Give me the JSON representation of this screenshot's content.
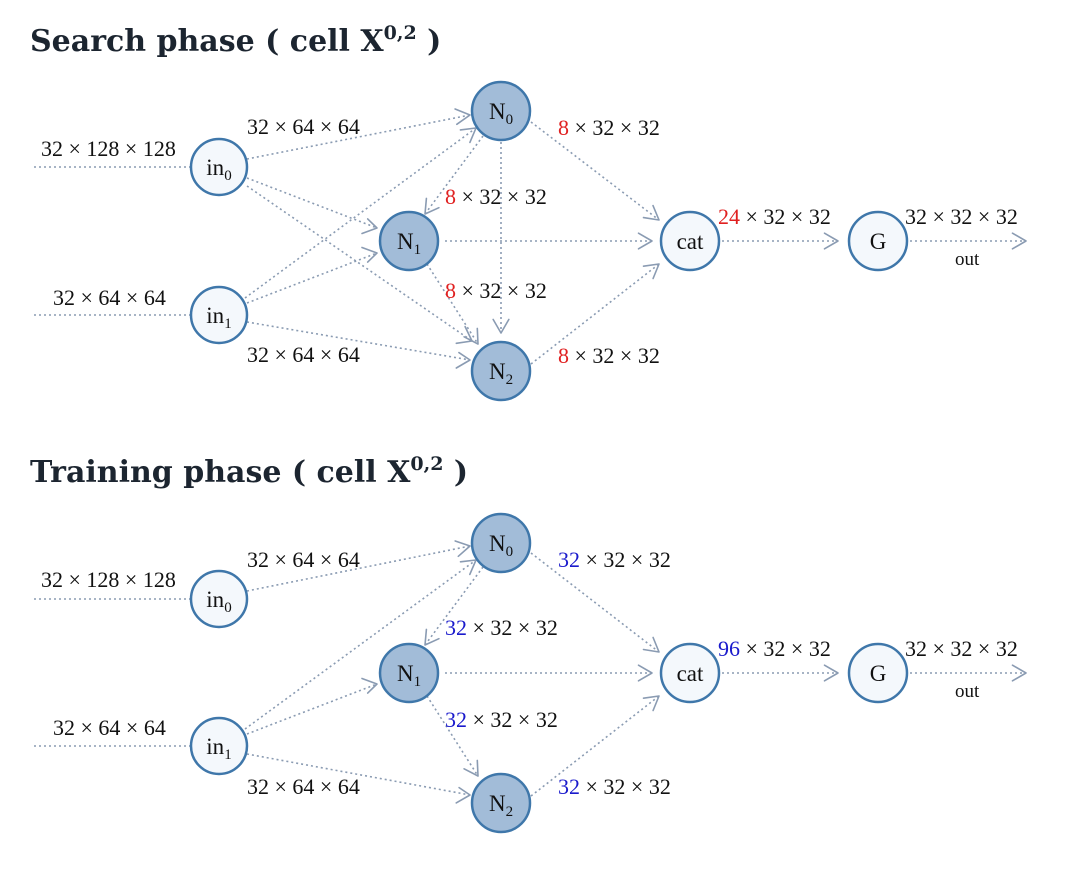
{
  "search": {
    "title": "Search phase ( cell X",
    "title_sup": "0,2",
    "title_close": " )",
    "labels": {
      "in0_input": "32 × 128 × 128",
      "in1_input": "32 × 64 × 64",
      "in0_to_n0": "32 × 64 × 64",
      "in1_to_n2": "32 × 64 × 64",
      "n0_to_cat_ch": "8",
      "n0_to_cat_rest": " × 32 × 32",
      "n0_to_n1_ch": "8",
      "n0_to_n1_rest": " × 32 × 32",
      "n1_to_n2_ch": "8",
      "n1_to_n2_rest": " × 32 × 32",
      "n2_to_cat_ch": "8",
      "n2_to_cat_rest": " × 32 × 32",
      "cat_to_g_ch": "24",
      "cat_to_g_rest": " × 32 × 32",
      "g_out_dims": "32 × 32 × 32",
      "out": "out"
    }
  },
  "training": {
    "title": "Training phase ( cell X",
    "title_sup": "0,2",
    "title_close": " )",
    "labels": {
      "in0_input": "32 × 128 × 128",
      "in1_input": "32 × 64 × 64",
      "in0_to_n0": "32 × 64 × 64",
      "in1_to_n2": "32 × 64 × 64",
      "n0_to_cat_ch": "32",
      "n0_to_cat_rest": " × 32 × 32",
      "n0_to_n1_ch": "32",
      "n0_to_n1_rest": " × 32 × 32",
      "n1_to_n2_ch": "32",
      "n1_to_n2_rest": " × 32 × 32",
      "n2_to_cat_ch": "32",
      "n2_to_cat_rest": " × 32 × 32",
      "cat_to_g_ch": "96",
      "cat_to_g_rest": " × 32 × 32",
      "g_out_dims": "32 × 32 × 32",
      "out": "out"
    }
  },
  "nodes": {
    "in_prefix": "in",
    "in0_sub": "0",
    "in1_sub": "1",
    "n_prefix": "N",
    "n0_sub": "0",
    "n1_sub": "1",
    "n2_sub": "2",
    "cat": "cat",
    "g": "G"
  },
  "colors": {
    "search_channel": "#e02020",
    "training_channel": "#1a1acc",
    "node_border": "#3f77aa",
    "node_intermediate_fill": "#a2bcd8",
    "node_io_fill": "#f4f8fc",
    "edge": "#8a9bb2"
  }
}
